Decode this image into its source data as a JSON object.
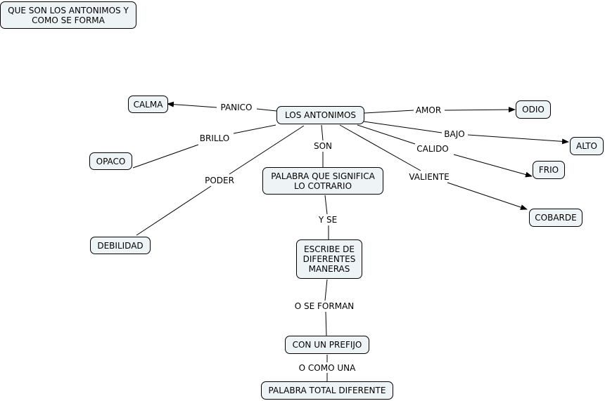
{
  "title": "QUE SON LOS ANTONIMOS Y\nCOMO SE FORMA",
  "colors": {
    "node_fill": "#eef3f5",
    "node_border": "#000000",
    "line": "#000000"
  },
  "nodes": {
    "title": "QUE SON LOS ANTONIMOS Y\nCOMO SE FORMA",
    "center": "LOS ANTONIMOS",
    "calma": "CALMA",
    "odio": "ODIO",
    "alto": "ALTO",
    "frio": "FRIO",
    "cobarde": "COBARDE",
    "opaco": "OPACO",
    "debilidad": "DEBILIDAD",
    "definicion": "PALABRA QUE SIGNIFICA\nLO COTRARIO",
    "escribe": "ESCRIBE DE\nDIFERENTES\nMANERAS",
    "prefijo": "CON UN PREFIJO",
    "total": "PALABRA TOTAL DIFERENTE"
  },
  "links": {
    "panico": "PANICO",
    "amor": "AMOR",
    "bajo": "BAJO",
    "calido": "CALIDO",
    "valiente": "VALIENTE",
    "brillo": "BRILLO",
    "poder": "PODER",
    "son": "SON",
    "y_se": "Y SE",
    "o_se_forman": "O SE FORMAN",
    "o_como_una": "O COMO UNA"
  }
}
